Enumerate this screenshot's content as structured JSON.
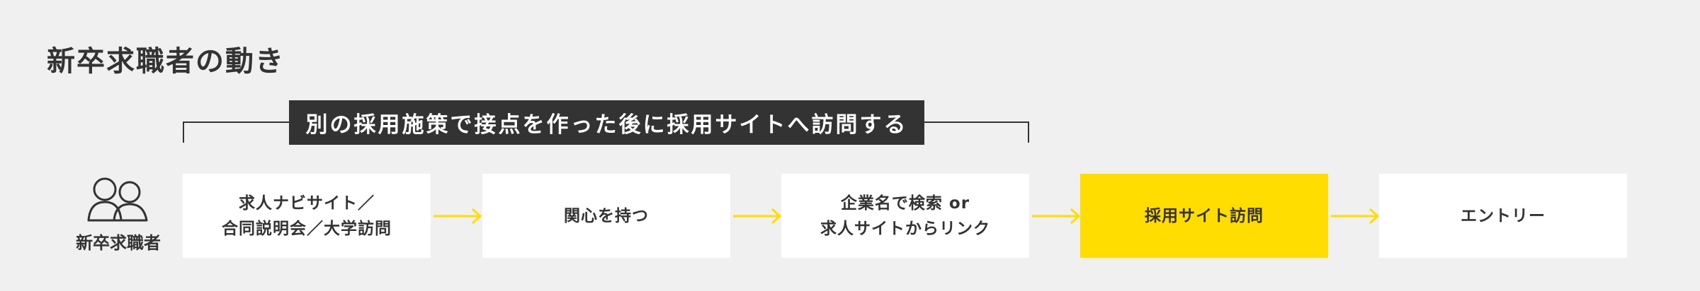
{
  "title": "新卒求職者の動き",
  "banner": "別の採用施策で接点を作った後に採用サイトへ訪問する",
  "actor": {
    "label": "新卒求職者",
    "icon": "users-icon"
  },
  "steps": [
    {
      "lines": [
        "求人ナビサイト／",
        "合同説明会／大学訪問"
      ]
    },
    {
      "lines": [
        "関心を持つ"
      ]
    },
    {
      "lines": [
        "企業名で検索 or",
        "求人サイトからリンク"
      ]
    },
    {
      "lines": [
        "採用サイト訪問"
      ],
      "highlight": true
    },
    {
      "lines": [
        "エントリー"
      ]
    }
  ],
  "colors": {
    "background": "#f0f0f0",
    "text": "#333333",
    "banner_bg": "#333333",
    "highlight": "#ffdd00",
    "arrow": "#ffdd00",
    "box": "#ffffff"
  }
}
